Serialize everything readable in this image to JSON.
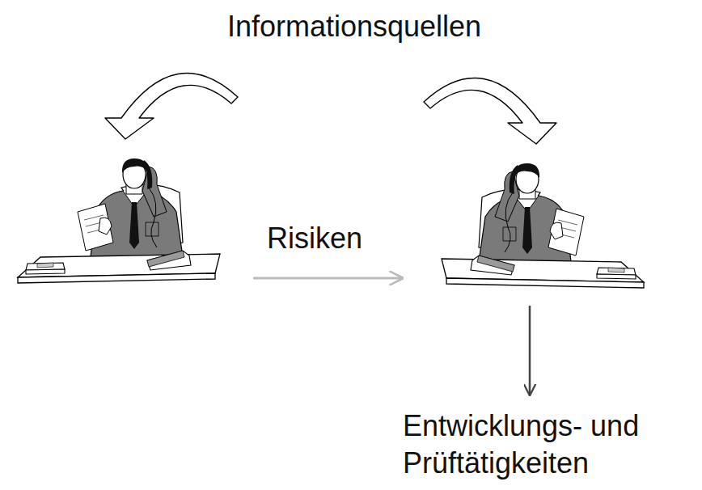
{
  "diagram": {
    "labels": [
      "Informationsquellen",
      "Risiken",
      "Entwicklungs- und Prüftätigkeiten"
    ]
  }
}
